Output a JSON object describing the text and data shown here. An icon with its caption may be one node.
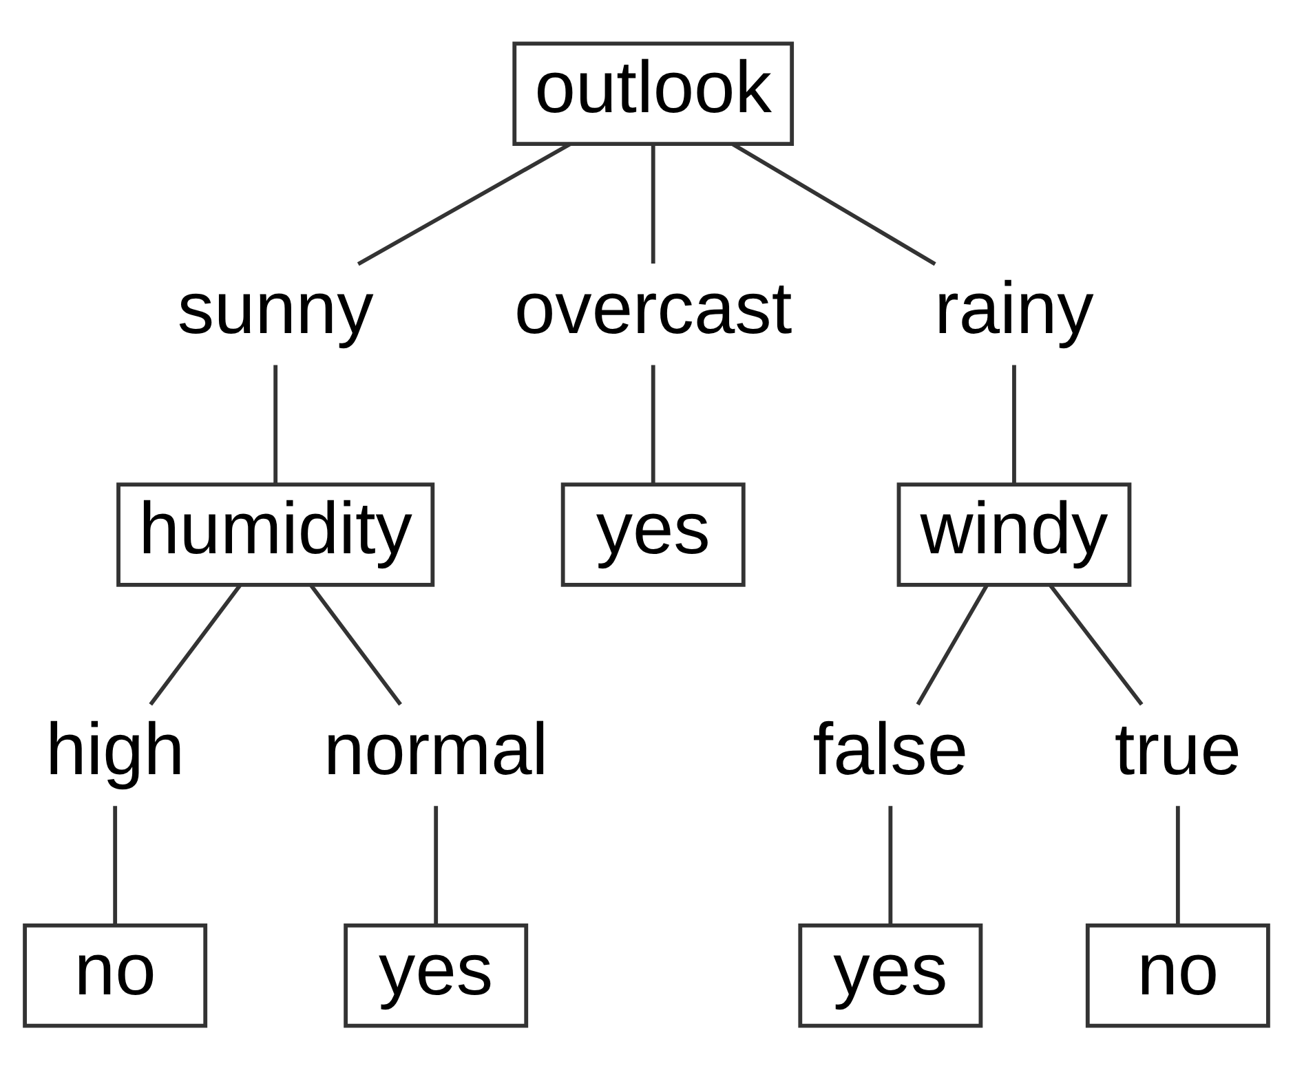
{
  "diagram": {
    "nodes": [
      {
        "text": [
          "outlook"
        ]
      },
      {
        "text": [
          "sunny"
        ]
      },
      {
        "text": [
          "overcast"
        ]
      },
      {
        "text": [
          "rainy"
        ]
      },
      {
        "text": [
          "humidity"
        ]
      },
      {
        "text": [
          "yes"
        ]
      },
      {
        "text": [
          "windy"
        ]
      },
      {
        "text": [
          "high"
        ]
      },
      {
        "text": [
          "normal"
        ]
      },
      {
        "text": [
          "false"
        ]
      },
      {
        "text": [
          "true"
        ]
      },
      {
        "text": [
          "no"
        ]
      },
      {
        "text": [
          "yes"
        ]
      },
      {
        "text": [
          "yes"
        ]
      },
      {
        "text": [
          "no"
        ]
      }
    ],
    "edges": [
      {
        "from": 0,
        "to": 1,
        "arrow": "none"
      },
      {
        "from": 0,
        "to": 2,
        "arrow": "none"
      },
      {
        "from": 0,
        "to": 3,
        "arrow": "none"
      },
      {
        "from": 1,
        "to": 4,
        "arrow": "none"
      },
      {
        "from": 2,
        "to": 5,
        "arrow": "none"
      },
      {
        "from": 3,
        "to": 6,
        "arrow": "none"
      },
      {
        "from": 4,
        "to": 7,
        "arrow": "none"
      },
      {
        "from": 4,
        "to": 8,
        "arrow": "none"
      },
      {
        "from": 6,
        "to": 9,
        "arrow": "none"
      },
      {
        "from": 6,
        "to": 10,
        "arrow": "none"
      },
      {
        "from": 7,
        "to": 11,
        "arrow": "none"
      },
      {
        "from": 8,
        "to": 12,
        "arrow": "none"
      },
      {
        "from": 9,
        "to": 13,
        "arrow": "none"
      },
      {
        "from": 10,
        "to": 14,
        "arrow": "none"
      }
    ]
  }
}
